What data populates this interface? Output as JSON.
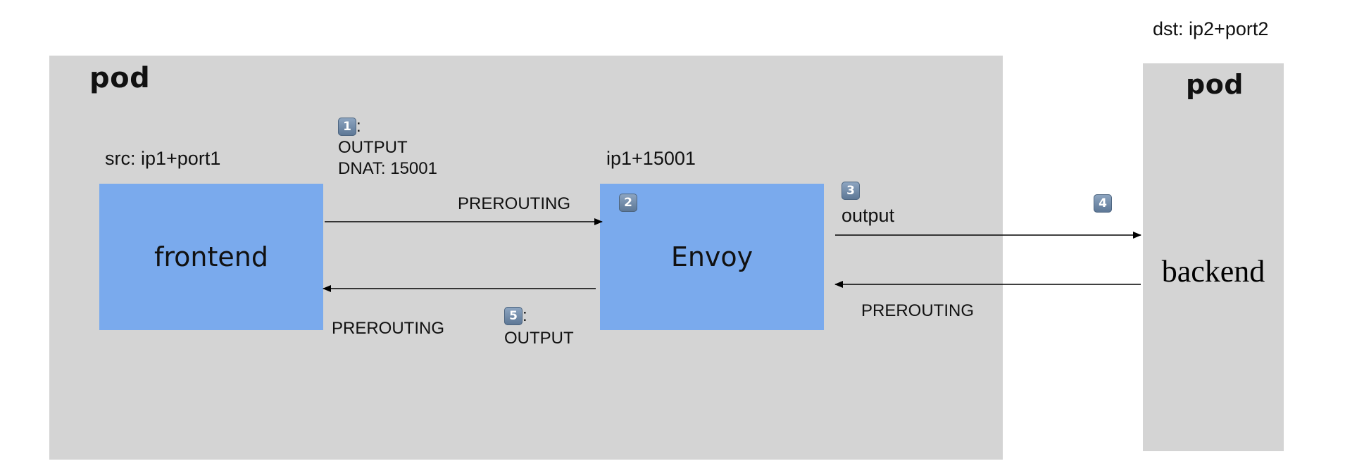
{
  "pods": {
    "left": {
      "title": "pod"
    },
    "right": {
      "title": "pod"
    }
  },
  "boxes": {
    "frontend": "frontend",
    "envoy": "Envoy",
    "backend": "backend"
  },
  "labels": {
    "src": "src: ip1+port1",
    "dst": "dst: ip2+port2",
    "envoy_addr": "ip1+15001"
  },
  "steps": {
    "step1": {
      "badge": "1",
      "suffix": ":",
      "lines": [
        "OUTPUT",
        "DNAT: 15001"
      ]
    },
    "step2": {
      "badge": "2"
    },
    "step3": {
      "badge": "3",
      "line": "output"
    },
    "step4": {
      "badge": "4"
    },
    "step5": {
      "badge": "5",
      "suffix": ":",
      "line": "OUTPUT"
    }
  },
  "arrow_labels": {
    "frontend_to_envoy": "PREROUTING",
    "envoy_to_frontend": "PREROUTING",
    "backend_to_envoy": "PREROUTING"
  },
  "colors": {
    "pod_bg": "#d4d4d4",
    "box_fill": "#7aaaed",
    "badge": "#6f88a6"
  }
}
